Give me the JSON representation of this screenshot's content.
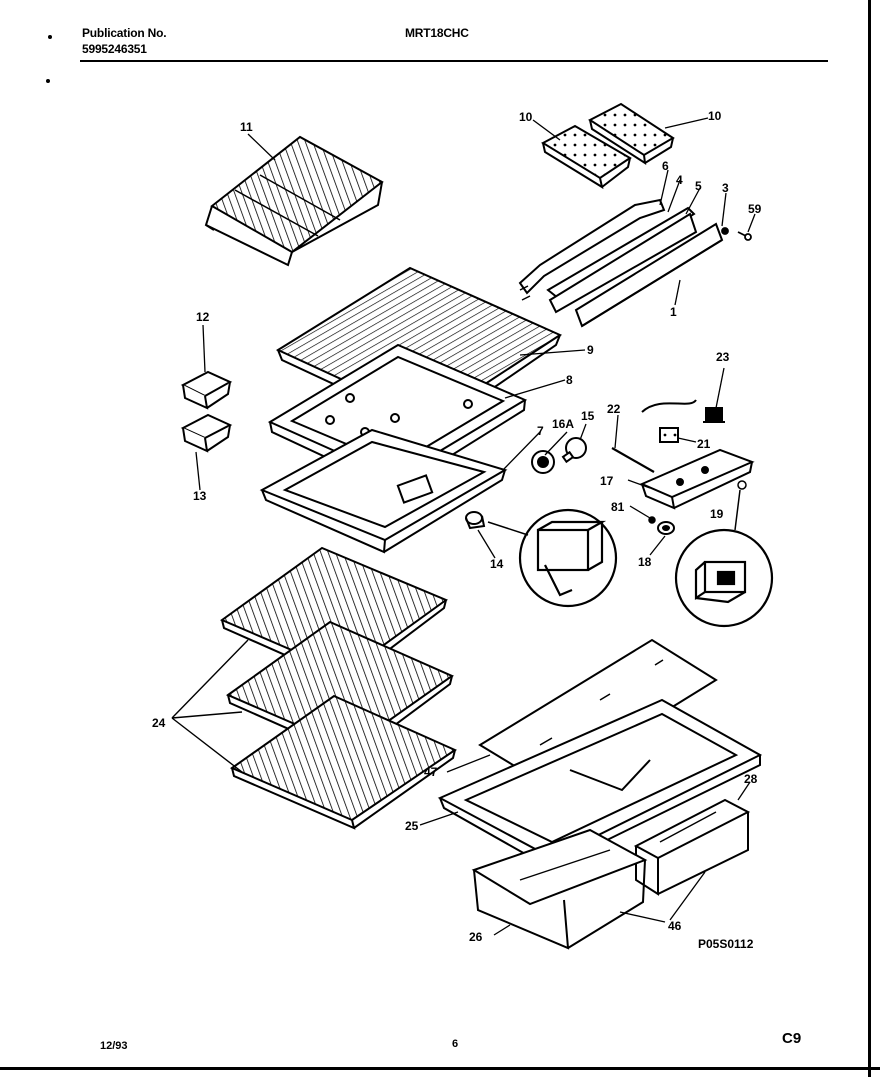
{
  "header": {
    "publication_label": "Publication No.",
    "publication_number": "5995246351",
    "model": "MRT18CHC"
  },
  "parts": [
    {
      "id": "p11",
      "label": "11"
    },
    {
      "id": "p10a",
      "label": "10"
    },
    {
      "id": "p10b",
      "label": "10"
    },
    {
      "id": "p6",
      "label": "6"
    },
    {
      "id": "p4",
      "label": "4"
    },
    {
      "id": "p5",
      "label": "5"
    },
    {
      "id": "p3",
      "label": "3"
    },
    {
      "id": "p59",
      "label": "59"
    },
    {
      "id": "p1",
      "label": "1"
    },
    {
      "id": "p12",
      "label": "12"
    },
    {
      "id": "p13",
      "label": "13"
    },
    {
      "id": "p9",
      "label": "9"
    },
    {
      "id": "p8",
      "label": "8"
    },
    {
      "id": "p7",
      "label": "7"
    },
    {
      "id": "p16a",
      "label": "16A"
    },
    {
      "id": "p15",
      "label": "15"
    },
    {
      "id": "p22",
      "label": "22"
    },
    {
      "id": "p23",
      "label": "23"
    },
    {
      "id": "p21",
      "label": "21"
    },
    {
      "id": "p17",
      "label": "17"
    },
    {
      "id": "p81",
      "label": "81"
    },
    {
      "id": "p19",
      "label": "19"
    },
    {
      "id": "p18",
      "label": "18"
    },
    {
      "id": "p14",
      "label": "14"
    },
    {
      "id": "p24",
      "label": "24"
    },
    {
      "id": "p47",
      "label": "47"
    },
    {
      "id": "p25",
      "label": "25"
    },
    {
      "id": "p28",
      "label": "28"
    },
    {
      "id": "p26",
      "label": "26"
    },
    {
      "id": "p46",
      "label": "46"
    }
  ],
  "diagram_code": "P05S0112",
  "footer": {
    "date": "12/93",
    "page": "6",
    "section": "C9"
  }
}
